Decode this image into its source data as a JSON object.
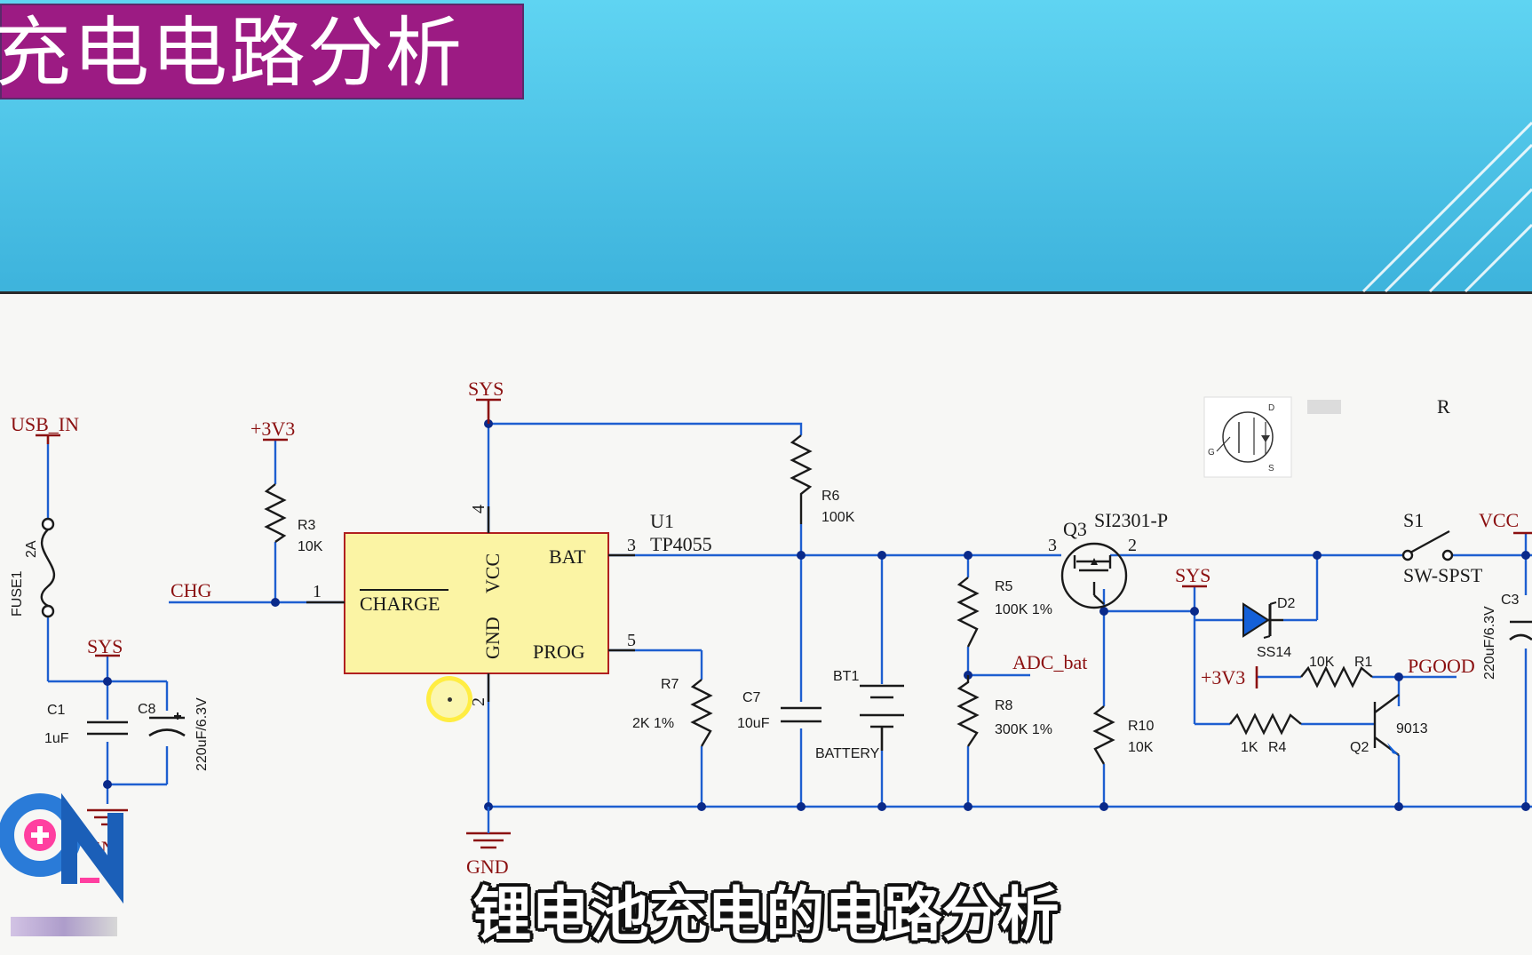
{
  "header": {
    "title": "充电电路分析"
  },
  "subtitle": "锂电池充电的电路分析",
  "colors": {
    "header_bg": "#4cc6ea",
    "title_bg": "#9c1b83",
    "wire": "#1e5fd0",
    "label": "#8b1010",
    "ic_fill": "#fbf4a4",
    "ic_border": "#b02020"
  },
  "schematic": {
    "nets": {
      "usb_in": "USB_IN",
      "v3v3_a": "+3V3",
      "sys_top": "SYS",
      "sys_left": "SYS",
      "sys_right": "SYS",
      "chg": "CHG",
      "gnd_left": "GN",
      "gnd_center": "GND",
      "adc_bat": "ADC_bat",
      "v3v3_b": "+3V3",
      "pgood": "PGOOD",
      "vcc": "VCC"
    },
    "ic": {
      "designator": "U1",
      "part": "TP4055",
      "pin_bat": "BAT",
      "pin_charge": "CHARGE",
      "pin_vcc": "VCC",
      "pin_gnd": "GND",
      "pin_prog": "PROG",
      "pin_num_bat": "3",
      "pin_num_charge": "1",
      "pin_num_vcc": "4",
      "pin_num_gnd": "2",
      "pin_num_prog": "5"
    },
    "components": {
      "fuse_ref": "FUSE1",
      "fuse_val": "2A",
      "r3_ref": "R3",
      "r3_val": "10K",
      "c1_ref": "C1",
      "c1_val": "1uF",
      "c8_ref": "C8",
      "c8_val": "220uF/6.3V",
      "r6_ref": "R6",
      "r6_val": "100K",
      "r7_ref": "R7",
      "r7_val": "2K 1%",
      "c7_ref": "C7",
      "c7_val": "10uF",
      "bt1_ref": "BT1",
      "bt1_val": "BATTERY",
      "r5_ref": "R5",
      "r5_val": "100K 1%",
      "r8_ref": "R8",
      "r8_val": "300K 1%",
      "q3_ref": "Q3",
      "q3_val": "SI2301-P",
      "q3_pin3": "3",
      "q3_pin2": "2",
      "r10_ref": "R10",
      "r10_val": "10K",
      "d2_ref": "D2",
      "d2_val": "SS14",
      "r1_ref": "R1",
      "r1_val": "10K",
      "r4_ref": "R4",
      "r4_val": "1K",
      "q2_ref": "Q2",
      "q2_val": "9013",
      "s1_ref": "S1",
      "s1_val": "SW-SPST",
      "c3_ref": "C3",
      "c3_val": "220uF/6.3V"
    },
    "mosfet_inset": {
      "d": "D",
      "g": "G",
      "s": "S"
    },
    "stray_label": "R"
  },
  "icons": {
    "logo": "on-logo-icon",
    "cursor": "cursor-highlight-icon"
  }
}
